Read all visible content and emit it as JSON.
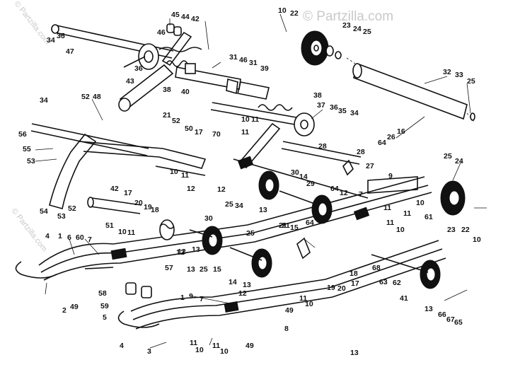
{
  "watermarks": {
    "main": "© Partzilla.com",
    "side_left": "© Partzilla.com",
    "bottom_left": "© Partzilla.com"
  },
  "callouts": [
    {
      "id": "c1",
      "text": "34"
    },
    {
      "id": "c2",
      "text": "35"
    },
    {
      "id": "c3",
      "text": "47"
    },
    {
      "id": "c4",
      "text": "45"
    },
    {
      "id": "c5",
      "text": "44"
    },
    {
      "id": "c6",
      "text": "42"
    },
    {
      "id": "c7",
      "text": "46"
    },
    {
      "id": "c8",
      "text": "31"
    },
    {
      "id": "c9",
      "text": "46"
    },
    {
      "id": "c10",
      "text": "31"
    },
    {
      "id": "c11",
      "text": "36"
    },
    {
      "id": "c12",
      "text": "43"
    },
    {
      "id": "c13",
      "text": "38"
    },
    {
      "id": "c14",
      "text": "40"
    },
    {
      "id": "c15",
      "text": "39"
    },
    {
      "id": "c16",
      "text": "10"
    },
    {
      "id": "c17",
      "text": "22"
    },
    {
      "id": "c18",
      "text": "23"
    },
    {
      "id": "c19",
      "text": "24"
    },
    {
      "id": "c20",
      "text": "25"
    },
    {
      "id": "c21",
      "text": "32"
    },
    {
      "id": "c22",
      "text": "33"
    },
    {
      "id": "c23",
      "text": "25"
    },
    {
      "id": "c24",
      "text": "34"
    },
    {
      "id": "c25",
      "text": "52"
    },
    {
      "id": "c26",
      "text": "48"
    },
    {
      "id": "c27",
      "text": "38"
    },
    {
      "id": "c28",
      "text": "37"
    },
    {
      "id": "c29",
      "text": "36"
    },
    {
      "id": "c30",
      "text": "35"
    },
    {
      "id": "c31",
      "text": "34"
    },
    {
      "id": "c32",
      "text": "56"
    },
    {
      "id": "c33",
      "text": "21"
    },
    {
      "id": "c34",
      "text": "52"
    },
    {
      "id": "c35",
      "text": "50"
    },
    {
      "id": "c36",
      "text": "17"
    },
    {
      "id": "c37",
      "text": "10"
    },
    {
      "id": "c38",
      "text": "11"
    },
    {
      "id": "c39",
      "text": "70"
    },
    {
      "id": "c40",
      "text": "11"
    },
    {
      "id": "c41",
      "text": "28"
    },
    {
      "id": "c42",
      "text": "55"
    },
    {
      "id": "c43",
      "text": "53"
    },
    {
      "id": "c44",
      "text": "28"
    },
    {
      "id": "c45",
      "text": "64"
    },
    {
      "id": "c46",
      "text": "26"
    },
    {
      "id": "c47",
      "text": "16"
    },
    {
      "id": "c48",
      "text": "9"
    },
    {
      "id": "c49",
      "text": "27"
    },
    {
      "id": "c50",
      "text": "25"
    },
    {
      "id": "c51",
      "text": "24"
    },
    {
      "id": "c52",
      "text": "30"
    },
    {
      "id": "c53",
      "text": "14"
    },
    {
      "id": "c54",
      "text": "29"
    },
    {
      "id": "c55",
      "text": "10"
    },
    {
      "id": "c56",
      "text": "11"
    },
    {
      "id": "c57",
      "text": "12"
    },
    {
      "id": "c58",
      "text": "7"
    },
    {
      "id": "c59",
      "text": "42"
    },
    {
      "id": "c60",
      "text": "17"
    },
    {
      "id": "c61",
      "text": "18"
    },
    {
      "id": "c62",
      "text": "20"
    },
    {
      "id": "c63",
      "text": "19"
    },
    {
      "id": "c64",
      "text": "12"
    },
    {
      "id": "c65",
      "text": "64"
    },
    {
      "id": "c66",
      "text": "12"
    },
    {
      "id": "c67",
      "text": "13"
    },
    {
      "id": "c68",
      "text": "21"
    },
    {
      "id": "c69",
      "text": "34"
    },
    {
      "id": "c70",
      "text": "25"
    },
    {
      "id": "c71",
      "text": "15"
    },
    {
      "id": "c72",
      "text": "11"
    },
    {
      "id": "c73",
      "text": "11"
    },
    {
      "id": "c74",
      "text": "10"
    },
    {
      "id": "c75",
      "text": "61"
    },
    {
      "id": "c76",
      "text": "23"
    },
    {
      "id": "c77",
      "text": "22"
    },
    {
      "id": "c78",
      "text": "10"
    },
    {
      "id": "c79",
      "text": "54"
    },
    {
      "id": "c80",
      "text": "53"
    },
    {
      "id": "c81",
      "text": "52"
    },
    {
      "id": "c82",
      "text": "51"
    },
    {
      "id": "c83",
      "text": "10"
    },
    {
      "id": "c84",
      "text": "11"
    },
    {
      "id": "c85",
      "text": "30"
    },
    {
      "id": "c86",
      "text": "12"
    },
    {
      "id": "c87",
      "text": "13"
    },
    {
      "id": "c88",
      "text": "4"
    },
    {
      "id": "c89",
      "text": "1"
    },
    {
      "id": "c90",
      "text": "6"
    },
    {
      "id": "c91",
      "text": "60"
    },
    {
      "id": "c92",
      "text": "7"
    },
    {
      "id": "c93",
      "text": "57"
    },
    {
      "id": "c94",
      "text": "12"
    },
    {
      "id": "c95",
      "text": "13"
    },
    {
      "id": "c96",
      "text": "25"
    },
    {
      "id": "c97",
      "text": "15"
    },
    {
      "id": "c98",
      "text": "25"
    },
    {
      "id": "c99",
      "text": "14"
    },
    {
      "id": "c100",
      "text": "13"
    },
    {
      "id": "c101",
      "text": "12"
    },
    {
      "id": "c102",
      "text": "21"
    },
    {
      "id": "c103",
      "text": "64"
    },
    {
      "id": "c104",
      "text": "11"
    },
    {
      "id": "c105",
      "text": "10"
    },
    {
      "id": "c106",
      "text": "68"
    },
    {
      "id": "c107",
      "text": "63"
    },
    {
      "id": "c108",
      "text": "62"
    },
    {
      "id": "c109",
      "text": "41"
    },
    {
      "id": "c110",
      "text": "13"
    },
    {
      "id": "c111",
      "text": "19"
    },
    {
      "id": "c112",
      "text": "20"
    },
    {
      "id": "c113",
      "text": "17"
    },
    {
      "id": "c114",
      "text": "18"
    },
    {
      "id": "c115",
      "text": "11"
    },
    {
      "id": "c116",
      "text": "10"
    },
    {
      "id": "c117",
      "text": "2"
    },
    {
      "id": "c118",
      "text": "49"
    },
    {
      "id": "c119",
      "text": "58"
    },
    {
      "id": "c120",
      "text": "59"
    },
    {
      "id": "c121",
      "text": "5"
    },
    {
      "id": "c122",
      "text": "1"
    },
    {
      "id": "c123",
      "text": "9"
    },
    {
      "id": "c124",
      "text": "7"
    },
    {
      "id": "c125",
      "text": "49"
    },
    {
      "id": "c126",
      "text": "8"
    },
    {
      "id": "c127",
      "text": "4"
    },
    {
      "id": "c128",
      "text": "3"
    },
    {
      "id": "c129",
      "text": "49"
    },
    {
      "id": "c130",
      "text": "11"
    },
    {
      "id": "c131",
      "text": "10"
    },
    {
      "id": "c132",
      "text": "66"
    },
    {
      "id": "c133",
      "text": "67"
    },
    {
      "id": "c134",
      "text": "65"
    },
    {
      "id": "c135",
      "text": "13"
    },
    {
      "id": "c136",
      "text": "11"
    },
    {
      "id": "c137",
      "text": "10"
    }
  ]
}
